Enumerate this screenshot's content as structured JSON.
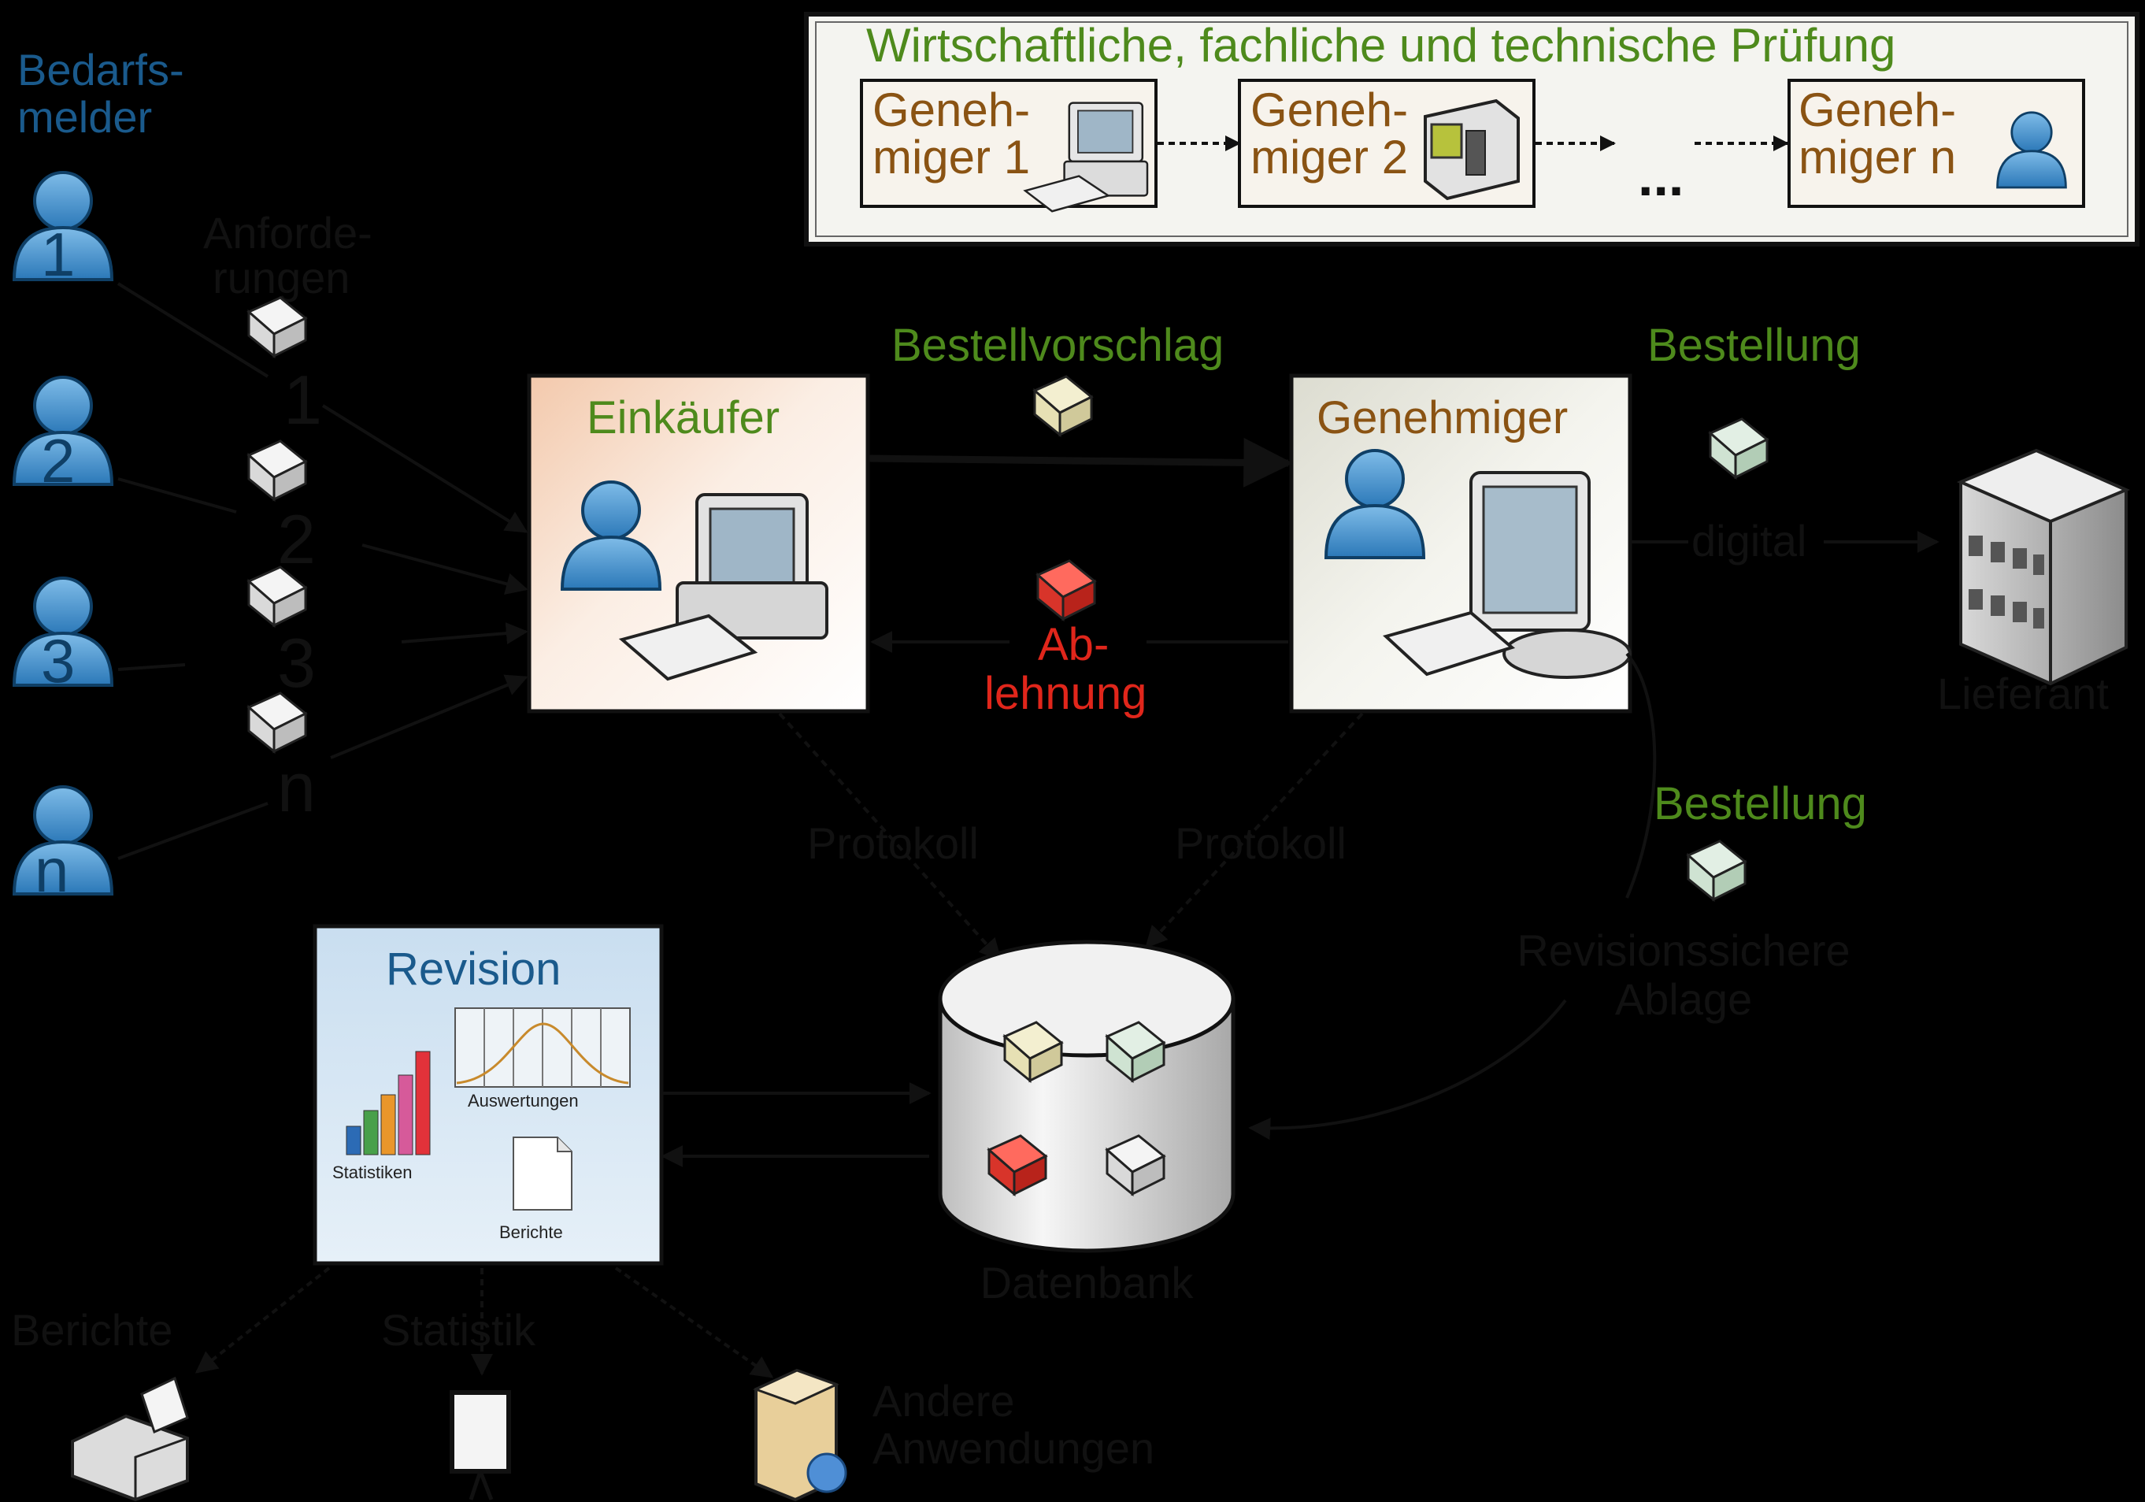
{
  "approval_chain": {
    "title": "Wirtschaftliche, fachliche und technische Prüfung",
    "approvers": [
      {
        "line1": "Geneh-",
        "line2": "miger 1",
        "icon": "computer-icon"
      },
      {
        "line1": "Geneh-",
        "line2": "miger 2",
        "icon": "device-icon"
      },
      {
        "line1": "Geneh-",
        "line2": "miger n",
        "icon": "user-icon"
      }
    ],
    "ellipsis": "..."
  },
  "requesters": {
    "title_line1": "Bedarfs-",
    "title_line2": "melder",
    "users": [
      "1",
      "2",
      "3",
      "n"
    ]
  },
  "requests": {
    "title_line1": "Anforde-",
    "title_line2": "rungen",
    "items": [
      "1",
      "2",
      "3",
      "n"
    ]
  },
  "buyer": {
    "title": "Einkäufer"
  },
  "approver": {
    "title": "Genehmiger"
  },
  "order_proposal": "Bestellvorschlag",
  "rejection": {
    "line1": "Ab-",
    "line2": "lehnung"
  },
  "order": {
    "label_top": "Bestellung",
    "channel": "digital",
    "label_archive": "Bestellung"
  },
  "supplier": {
    "label": "Lieferant"
  },
  "protocol_left": "Protokoll",
  "protocol_right": "Protokoll",
  "archive": {
    "line1": "Revisionssichere",
    "line2": "Ablage"
  },
  "database": {
    "label": "Datenbank"
  },
  "revision": {
    "title": "Revision",
    "evaluations": "Auswertungen",
    "statistics": "Statistiken",
    "reports": "Berichte"
  },
  "outputs": {
    "reports": "Berichte",
    "statistics": "Statistik",
    "other_line1": "Andere",
    "other_line2": "Anwendungen"
  },
  "colors": {
    "green": "#4e8a1c",
    "brown": "#8a5313",
    "blue": "#1a5a8c",
    "red": "#e0261b",
    "db_box_yellow": "#e8e2b8",
    "db_box_green": "#cfe3d2",
    "db_box_red": "#d83a30",
    "db_box_white": "#f2f2f2"
  }
}
